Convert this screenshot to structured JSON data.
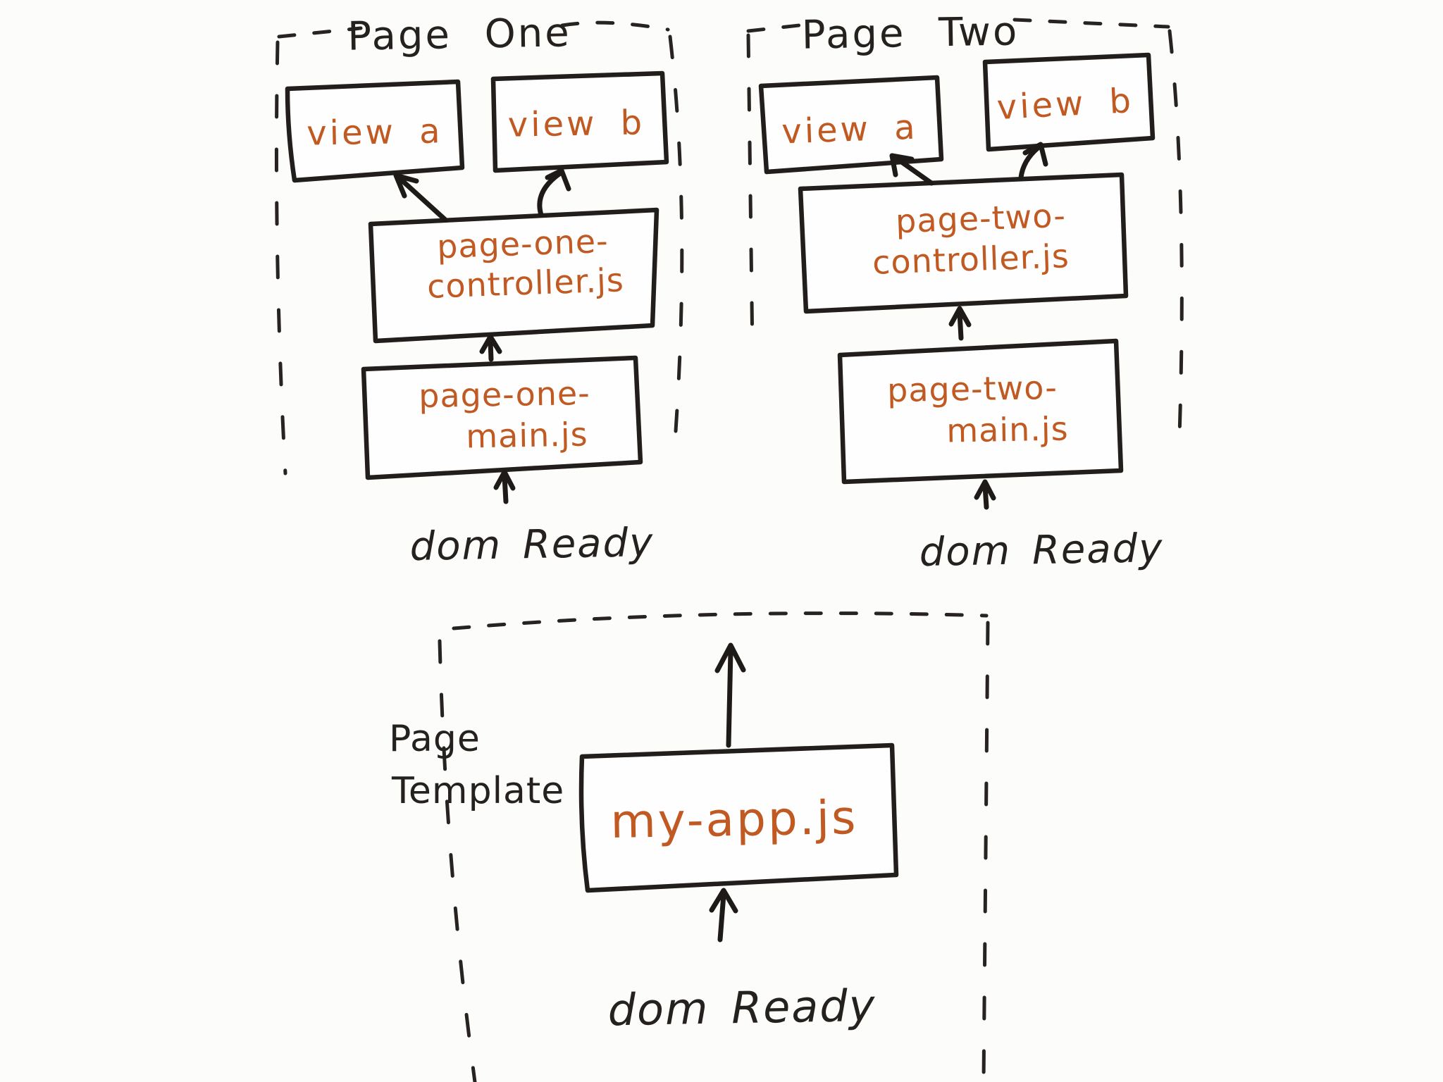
{
  "colors": {
    "ink": "#211e1b",
    "accent_orange": "#c05a22",
    "background": "#fcfcfa"
  },
  "page_one": {
    "title": "Page One",
    "view_a": "view a",
    "view_b": "view b",
    "controller": {
      "line1": "page-one-",
      "line2": "controller.js"
    },
    "main": {
      "line1": "page-one-",
      "line2": "main.js"
    },
    "dom_ready": "dom Ready"
  },
  "page_two": {
    "title": "Page Two",
    "view_a": "view a",
    "view_b": "view b",
    "controller": {
      "line1": "page-two-",
      "line2": "controller.js"
    },
    "main": {
      "line1": "page-two-",
      "line2": "main.js"
    },
    "dom_ready": "dom Ready"
  },
  "page_template": {
    "label": {
      "line1": "Page",
      "line2": "Template"
    },
    "app": "my-app.js",
    "dom_ready": "dom Ready"
  }
}
